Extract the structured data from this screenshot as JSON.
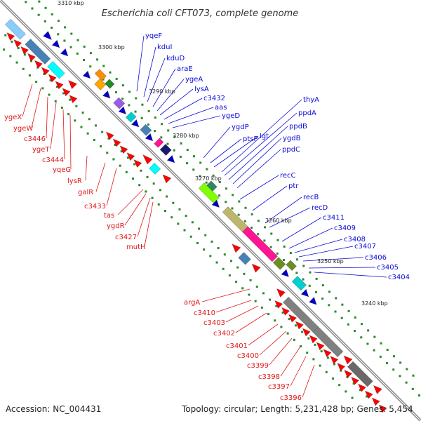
{
  "title": "Escherichia coli CFT073, complete genome",
  "footer": {
    "accession": "Accession: NC_004431",
    "summary": "Topology: circular; Length: 5,231,428 bp; Genes: 5,454"
  },
  "colors": {
    "backbone": "#8c8c8c",
    "forward_label": "#0b0bd8",
    "reverse_label": "#e01818",
    "tick": "#2a8a2a"
  },
  "kbp_marks": [
    "3310 kbp",
    "3300 kbp",
    "3290 kbp",
    "3280 kbp",
    "3270 kbp",
    "3260 kbp",
    "3250 kbp",
    "3240 kbp"
  ],
  "forward_genes": [
    "yqeF",
    "kduI",
    "kduD",
    "araE",
    "ygeA",
    "lysA",
    "c3432",
    "aas",
    "ygeD",
    "ygdP",
    "ptsP",
    "lgt",
    "thyA",
    "ppdA",
    "ppdB",
    "ygdB",
    "ppdC",
    "recC",
    "ptr",
    "recB",
    "recD",
    "c3411",
    "c3409",
    "c3408",
    "c3407",
    "c3406",
    "c3405",
    "c3404"
  ],
  "reverse_genes": [
    "ygeX",
    "ygeW",
    "c3446",
    "ygeT",
    "c3444",
    "yqeG",
    "lysR",
    "galR",
    "c3433",
    "tas",
    "ygdR",
    "c3427",
    "mutH",
    "argA",
    "c3410",
    "c3403",
    "c3402",
    "c3401",
    "c3400",
    "c3399",
    "c3398",
    "c3397",
    "c3396"
  ]
}
